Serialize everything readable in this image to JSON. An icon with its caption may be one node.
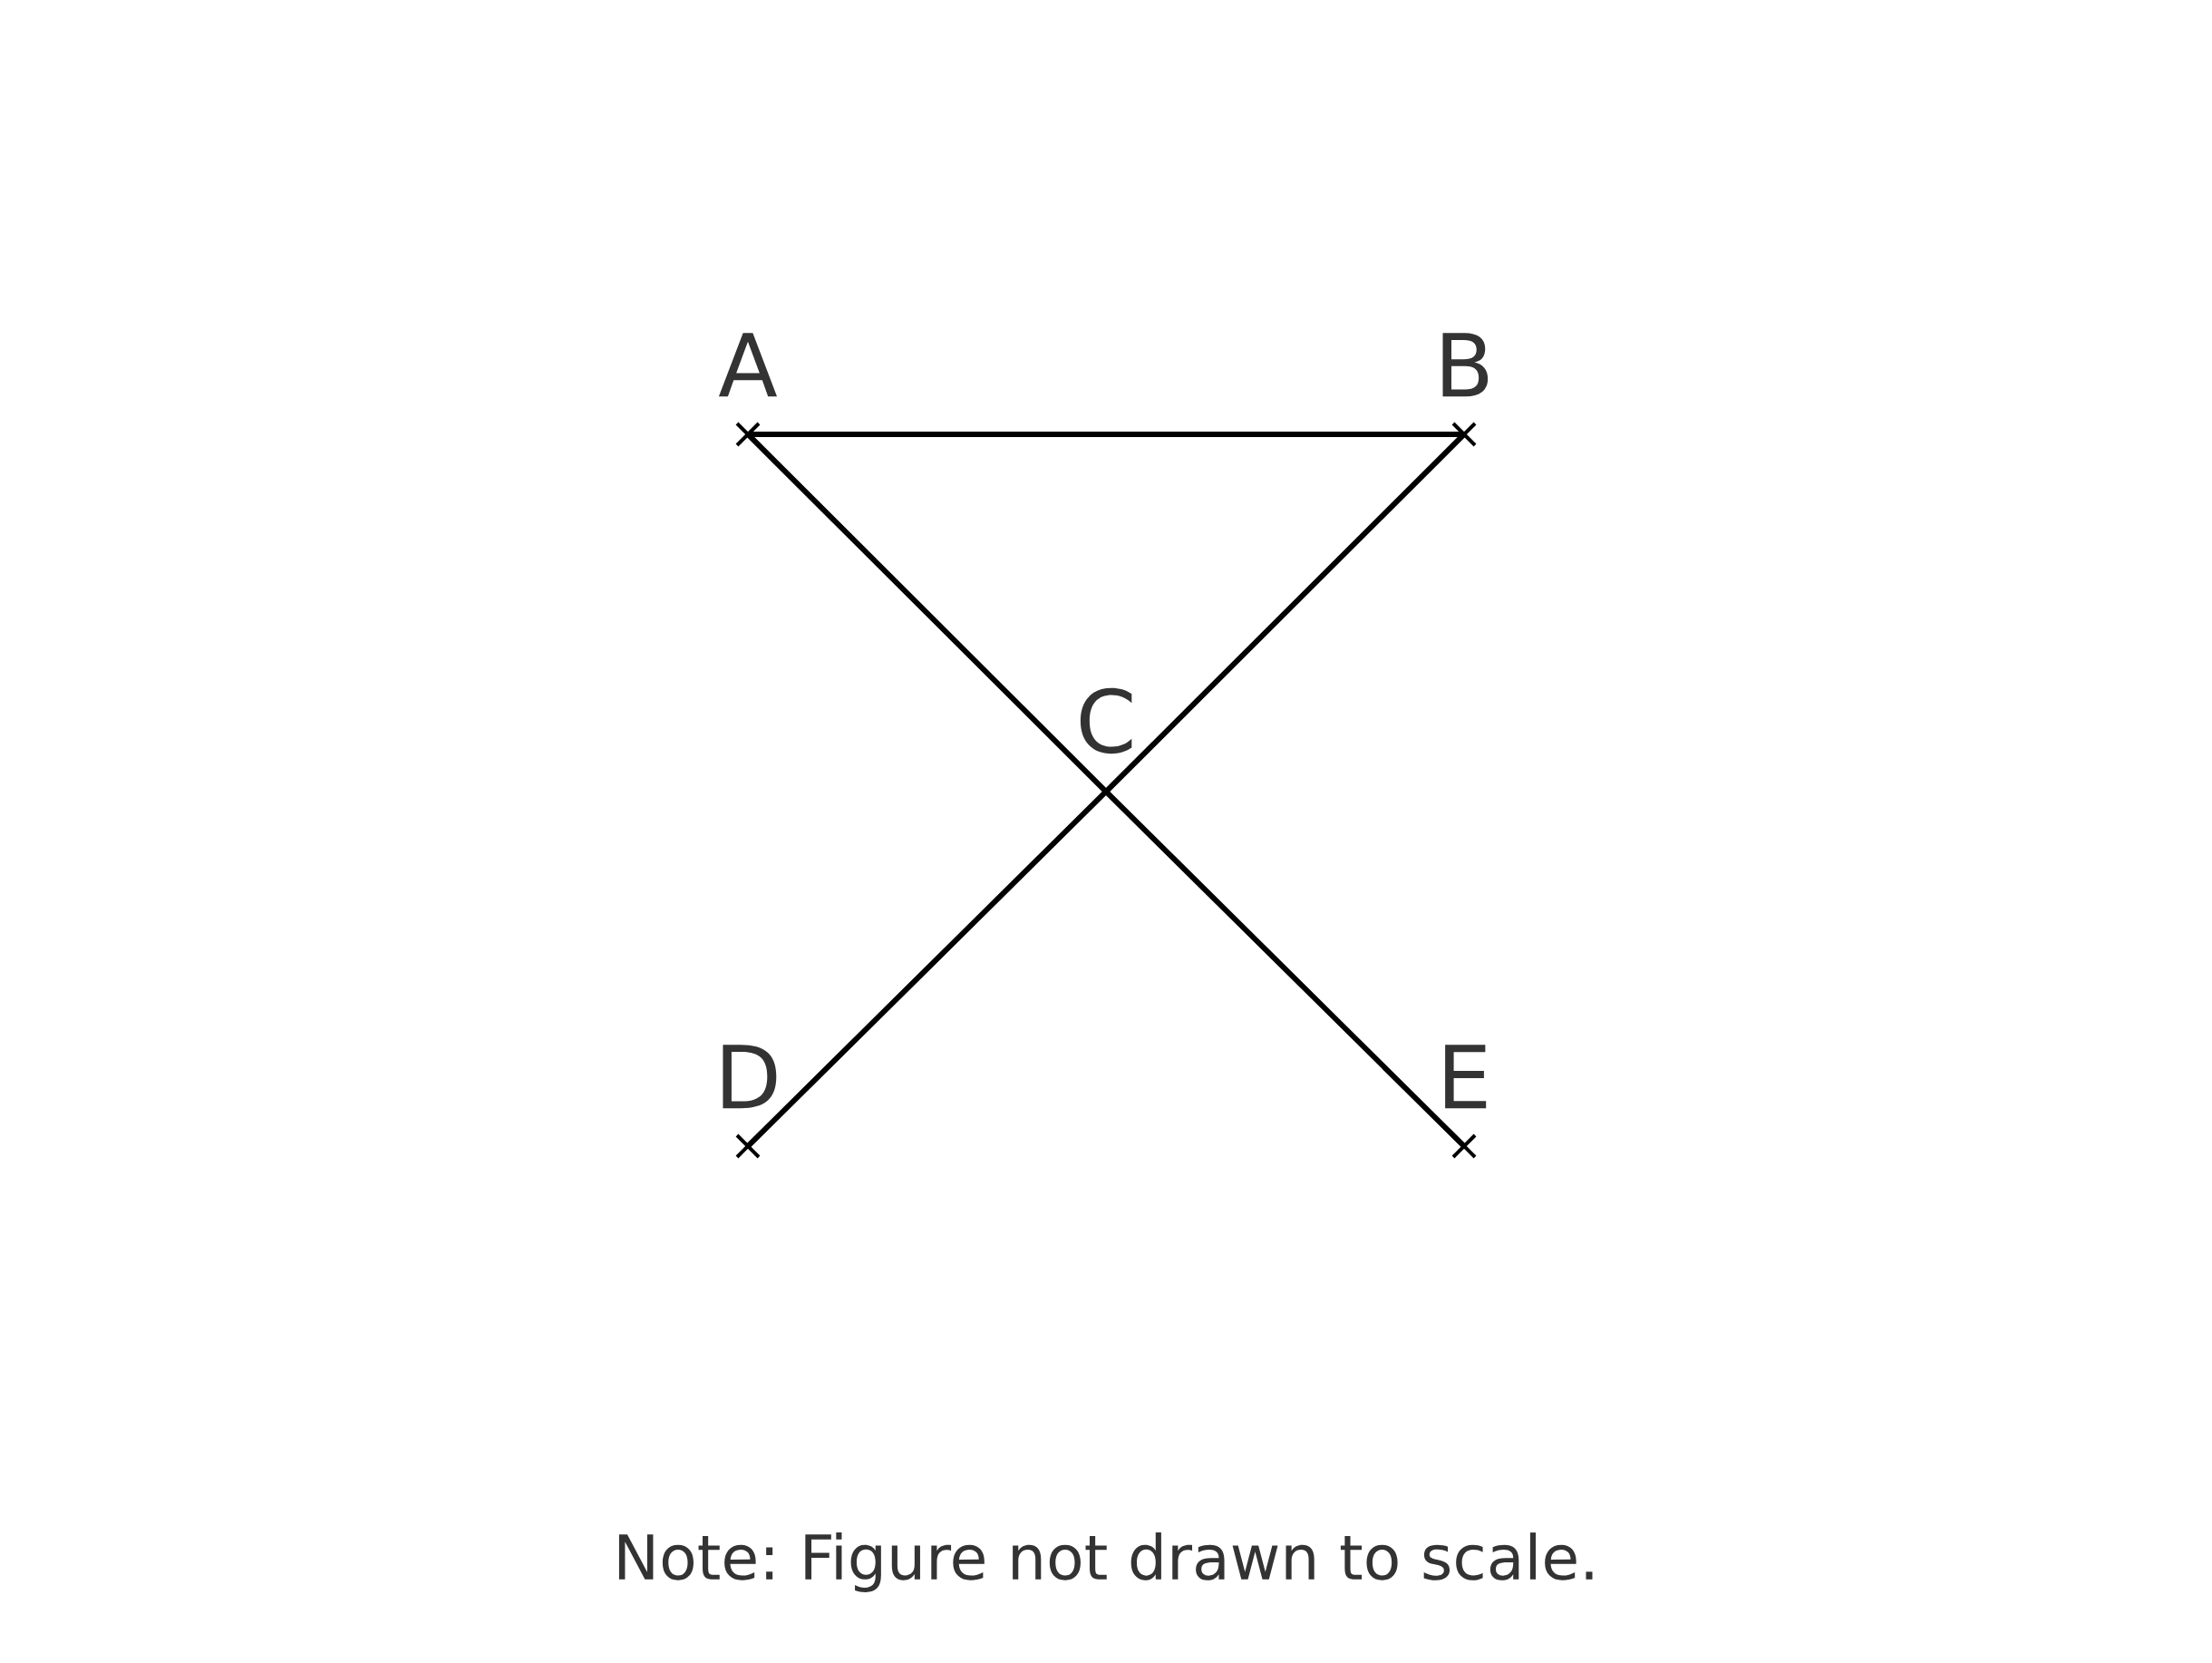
{
  "diagram": {
    "nodes": [
      {
        "text": [
          "A"
        ]
      },
      {
        "text": [
          "B"
        ]
      },
      {
        "text": [
          "C"
        ]
      },
      {
        "text": [
          "D"
        ]
      },
      {
        "text": [
          "E"
        ]
      }
    ],
    "edges": [
      {
        "from": 0,
        "to": 1,
        "arrow": "none"
      },
      {
        "from": 0,
        "to": 2,
        "arrow": "none"
      },
      {
        "from": 2,
        "to": 4,
        "arrow": "none"
      },
      {
        "from": 1,
        "to": 2,
        "arrow": "none"
      },
      {
        "from": 2,
        "to": 3,
        "arrow": "none"
      }
    ],
    "labels": [
      "Note: Figure not drawn to scale."
    ]
  }
}
